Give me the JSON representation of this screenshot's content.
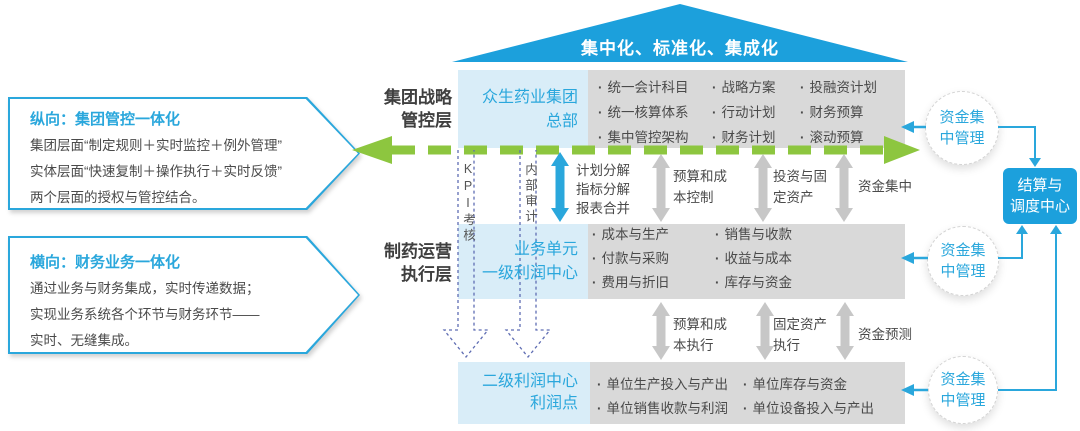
{
  "roof": {
    "title": "集中化、标准化、集成化"
  },
  "callouts": [
    {
      "title": "纵向：集团管控一体化",
      "lines": [
        "集团层面“制定规则＋实时监控＋例外管理”",
        "实体层面“快速复制＋操作执行＋实时反馈”",
        "两个层面的授权与管控结合。"
      ]
    },
    {
      "title": "横向：财务业务一体化",
      "lines": [
        "通过业务与财务集成，实时传递数据；",
        "实现业务系统各个环节与财务环节——",
        "实时、无缝集成。"
      ]
    }
  ],
  "layer_labels": [
    {
      "lines": [
        "集团战略",
        "管控层"
      ]
    },
    {
      "lines": [
        "制药运营",
        "执行层"
      ]
    }
  ],
  "rows": [
    {
      "box_lines": [
        "众生药业集团",
        "总部"
      ],
      "bullets": [
        [
          "统一会计科目",
          "统一核算体系",
          "集中管控架构"
        ],
        [
          "战略方案",
          "行动计划",
          "财务计划"
        ],
        [
          "投融资计划",
          "财务预算",
          "滚动预算"
        ]
      ]
    },
    {
      "box_lines": [
        "业务单元",
        "一级利润中心"
      ],
      "bullets": [
        [
          "成本与生产",
          "付款与采购",
          "费用与折旧"
        ],
        [
          "销售与收款",
          "收益与成本",
          "库存与资金"
        ]
      ]
    },
    {
      "box_lines": [
        "二级利润中心",
        "利润点"
      ],
      "bullets": [
        [
          "单位生产投入与产出",
          "单位销售收款与利润"
        ],
        [
          "单位库存与资金",
          "单位设备投入与产出"
        ]
      ]
    }
  ],
  "vertical_arrows": {
    "kpi": "KPI考核",
    "audit": "内部审计"
  },
  "plan_arrow": {
    "lines": [
      "计划分解",
      "指标分解",
      "报表合并"
    ]
  },
  "connector_row1": [
    "预算和成本控制",
    "投资与固定资产",
    "资金集中"
  ],
  "connector_row2": [
    "预算和成本执行",
    "固定资产执行",
    "资金预测"
  ],
  "right_panel": {
    "fund_lines": [
      "资金集",
      "中管理"
    ],
    "center_lines": [
      "结算与",
      "调度中心"
    ]
  },
  "colors": {
    "blue": "#1CA0DC",
    "light_blue": "#D9EDF8",
    "gray_box": "#D9D9D9",
    "gray_arrow": "#C7C7C7",
    "green": "#8DC63F",
    "dash_indigo": "#5F6DB3",
    "text_dark": "#4A4A4A"
  }
}
